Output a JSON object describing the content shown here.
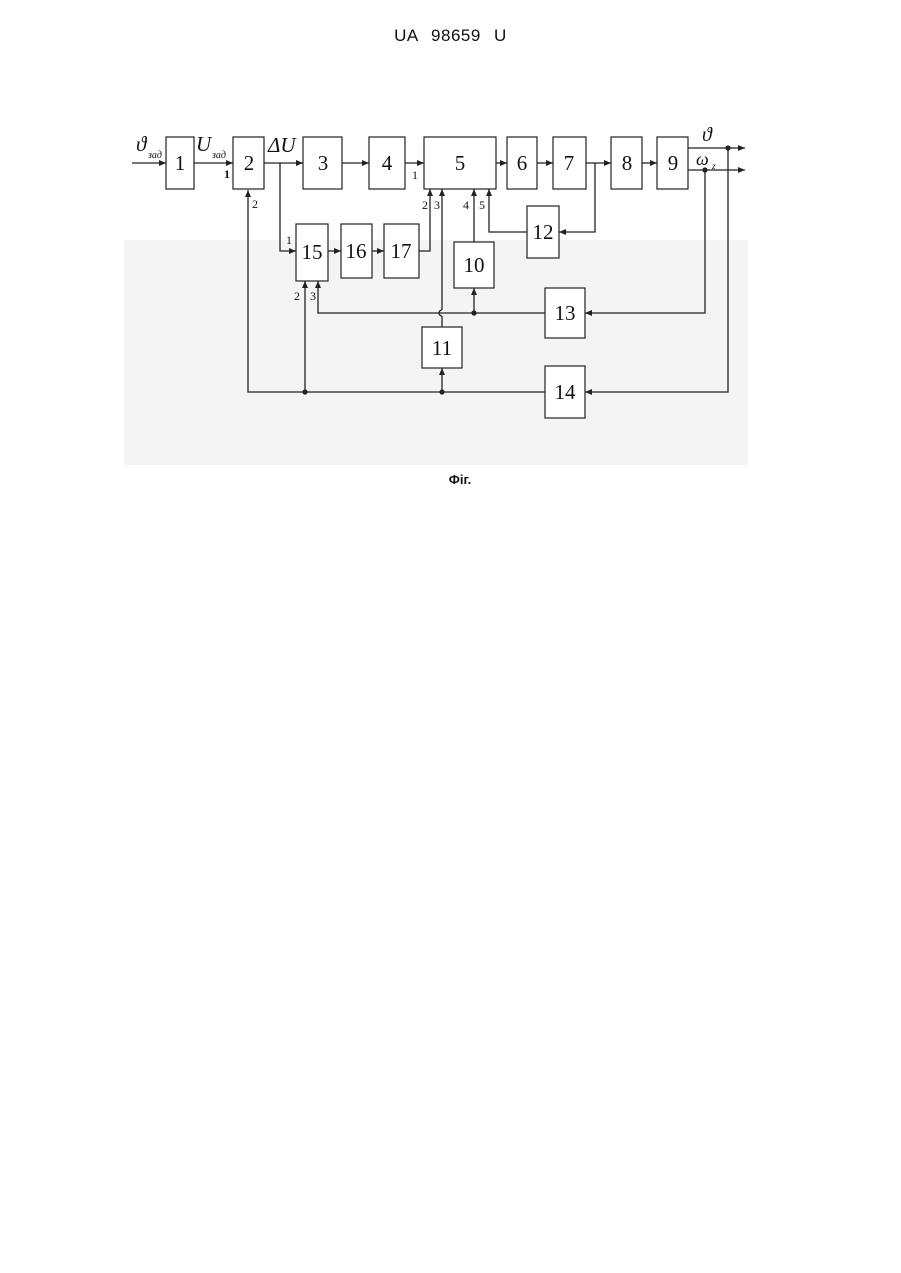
{
  "header": {
    "doc_code": "UA   98659   U"
  },
  "caption": {
    "text": "Фіг."
  },
  "diagram": {
    "blocks": [
      "1",
      "2",
      "3",
      "4",
      "5",
      "6",
      "7",
      "8",
      "9",
      "10",
      "11",
      "12",
      "13",
      "14",
      "15",
      "16",
      "17"
    ],
    "signals": {
      "theta_set": "ϑ",
      "theta_set_sub": "зад",
      "u_set": "U",
      "u_set_sub": "зад",
      "delta_u": "ΔU",
      "theta_out": "ϑ",
      "omega_out": "ω",
      "omega_sub": "z"
    },
    "ports": {
      "b2_in1": "1",
      "b2_in2": "2",
      "b5_in1": "1",
      "b5_in2": "2",
      "b5_in3": "3",
      "b5_in4": "4",
      "b5_in5": "5",
      "b15_in1": "1",
      "b15_in2": "2",
      "b15_in3": "3"
    }
  }
}
